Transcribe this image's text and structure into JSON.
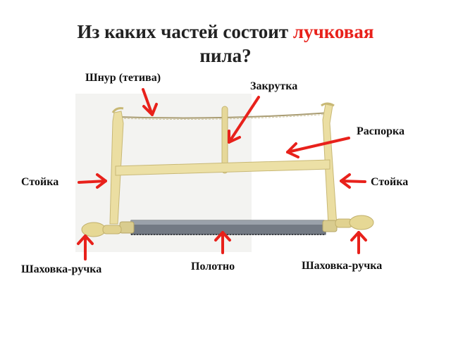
{
  "title": {
    "prefix": "Из каких частей состоит ",
    "highlight": "лучковая",
    "suffix": "пила?"
  },
  "labels": {
    "cord": "Шнур (тетива)",
    "twist": "Закрутка",
    "spacer": "Распорка",
    "post_left": "Стойка",
    "post_right": "Стойка",
    "handle_left": "Шаховка-ручка",
    "handle_right": "Шаховка-ручка",
    "blade": "Полотно"
  },
  "colors": {
    "accent": "#e8211b",
    "wood": "#e9dda0",
    "wood_shadow": "#c9b976",
    "blade": "#6f7680"
  }
}
